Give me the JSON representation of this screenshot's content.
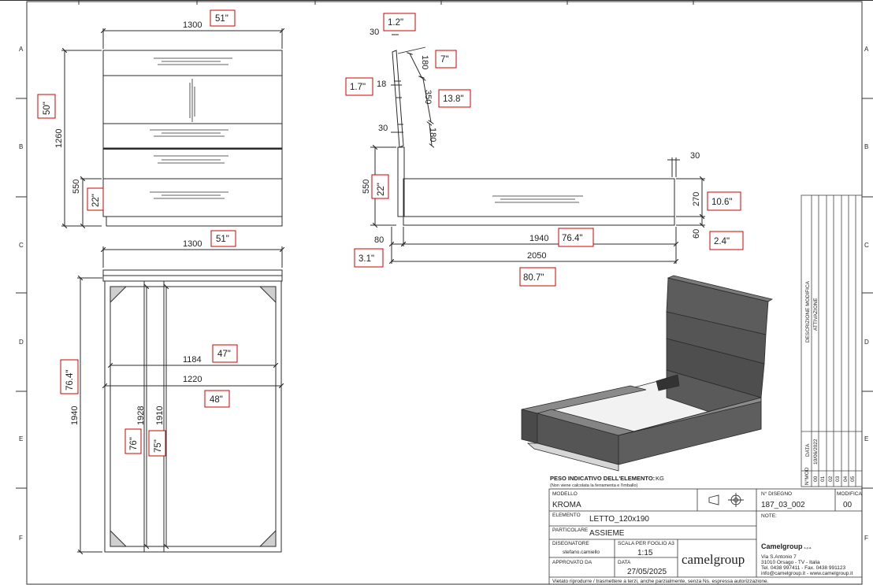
{
  "colors": {
    "line": "#2b2b2b",
    "badge_border": "#d00000",
    "wood": "#545454"
  },
  "zones": {
    "rows": [
      "A",
      "B",
      "C",
      "D",
      "E",
      "F"
    ]
  },
  "front_view": {
    "width_mm": "1300",
    "width_in": "51\"",
    "height_mm": "1260",
    "height_in": "50\"",
    "base_mm": "550",
    "base_in": "22\""
  },
  "side_view": {
    "top_offset_mm": "30",
    "top_offset_in": "1.2\"",
    "panel_mm": "180",
    "panel_in": "7\"",
    "gap_mm": "18",
    "gap_in": "1.7\"",
    "mid_mm": "350",
    "mid_in": "13.8\"",
    "mid_offset_mm": "30",
    "low_mm": "180",
    "height_mm": "550",
    "height_in": "22\"",
    "foot_mm": "30",
    "rail_mm": "270",
    "rail_in": "10.6\"",
    "plinth_mm": "60",
    "plinth_in": "2.4\"",
    "back_mm": "80",
    "back_in": "3.1\"",
    "inner_len_mm": "1940",
    "inner_len_in": "76.4\"",
    "total_len_mm": "2050",
    "total_len_in": "80.7\""
  },
  "top_view": {
    "width_mm": "1300",
    "width_in": "51\"",
    "inner_w_mm": "1184",
    "inner_w_in": "47\"",
    "outer_w_mm": "1220",
    "outer_w_in": "48\"",
    "length_mm": "1940",
    "length_in": "76.4\"",
    "len_a_mm": "1928",
    "len_a_in": "76\"",
    "len_b_mm": "1910",
    "len_b_in": "75\""
  },
  "revision_block": {
    "description_line1": "DESCRIZIONE MODIFICA",
    "description_line2": "ATTIVAZIONE",
    "date_label": "DATA",
    "date_value": "10/06/2022",
    "mod_label": "N°MOD",
    "mod_numbers": [
      "00",
      "01",
      "02",
      "03",
      "04",
      "05"
    ]
  },
  "title_block": {
    "weight_label": "PESO INDICATIVO DELL'ELEMENTO:",
    "weight_unit": "KG",
    "weight_note": "(Non viene calcolata la ferramenta e l'imballo)",
    "model_label": "MODELLO",
    "model_value": "KROMA",
    "drawing_no_label": "N° DISEGNO",
    "drawing_no_value": "187_03_002",
    "revision_label": "MODIFICA",
    "revision_value": "00",
    "element_label": "ELEMENTO",
    "element_value": "LETTO_120x190",
    "notes_label": "NOTE:",
    "part_label": "PARTICOLARE",
    "part_value": "ASSIEME",
    "designer_label": "DISEGNATORE",
    "designer_value": "stefano.camiello",
    "scale_label": "SCALA PER FOGLIO A3",
    "scale_value": "1:15",
    "approved_label": "APPROVATO DA",
    "date_label": "DATA",
    "date_value": "27/05/2025",
    "brand_logo": "camelgroup",
    "company_name": "Camelgroup",
    "company_suffix": "s.p.a.",
    "address_line1": "Via S.Antonio 7",
    "address_line2": "31010 Orsago - TV - Italia",
    "phone": "Tel. 0438 997411 - Fax. 0438 991123",
    "contact": "info@camelgroup.it - www.camelgroup.it",
    "disclaimer": "Vietato riprodurre / trasmettere a terzi, anche parzialmente, senza Ns. espressa autorizzazione."
  }
}
